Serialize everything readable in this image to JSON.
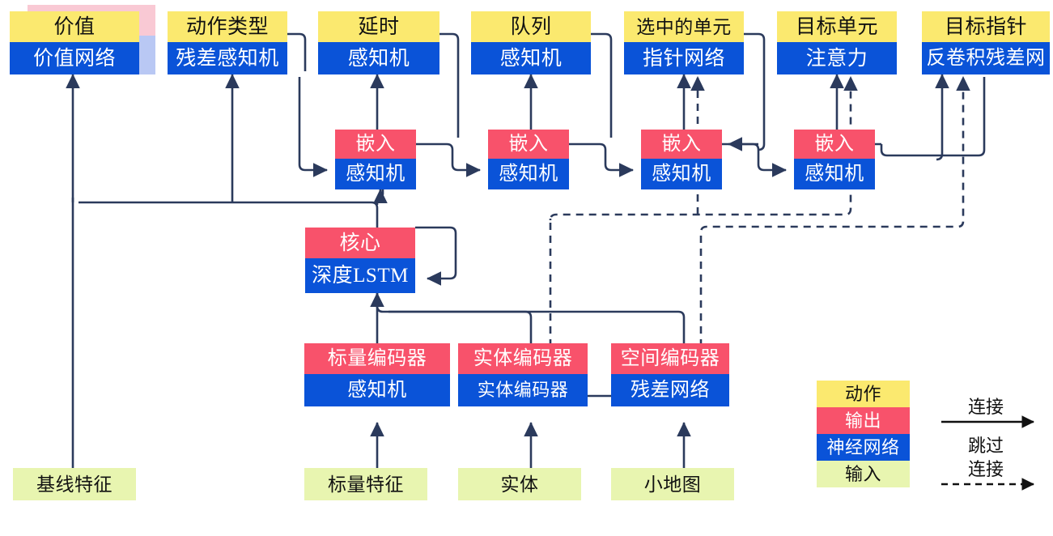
{
  "diagram": {
    "title": "AlphaStar-style agent architecture (Chinese labels)",
    "colors": {
      "action": "#fbe96f",
      "output": "#f8526b",
      "network": "#0a53d8",
      "input": "#e8f5b0",
      "wire": "#2b3a5c",
      "ghost_output": "#f9c9d4",
      "ghost_network": "#b9c8f4"
    },
    "outputs": [
      {
        "id": "value",
        "action": "价值",
        "network": "价值网络"
      },
      {
        "id": "action-type",
        "action": "动作类型",
        "network": "残差感知机"
      },
      {
        "id": "delay",
        "action": "延时",
        "network": "感知机"
      },
      {
        "id": "queue",
        "action": "队列",
        "network": "感知机"
      },
      {
        "id": "selected-units",
        "action": "选中的单元",
        "network": "指针网络"
      },
      {
        "id": "target-unit",
        "action": "目标单元",
        "network": "注意力"
      },
      {
        "id": "target-point",
        "action": "目标指针",
        "network": "反卷积残差网"
      }
    ],
    "embeddings": [
      {
        "id": "embed-1",
        "top": "嵌入",
        "bottom": "感知机"
      },
      {
        "id": "embed-2",
        "top": "嵌入",
        "bottom": "感知机"
      },
      {
        "id": "embed-3",
        "top": "嵌入",
        "bottom": "感知机"
      },
      {
        "id": "embed-4",
        "top": "嵌入",
        "bottom": "感知机"
      }
    ],
    "core": {
      "id": "core",
      "top": "核心",
      "bottom": "深度LSTM"
    },
    "encoders": [
      {
        "id": "scalar-encoder",
        "top": "标量编码器",
        "bottom": "感知机"
      },
      {
        "id": "entity-encoder",
        "top": "实体编码器",
        "bottom": "实体编码器"
      },
      {
        "id": "spatial-encoder",
        "top": "空间编码器",
        "bottom": "残差网络"
      }
    ],
    "inputs": [
      {
        "id": "baseline-features",
        "label": "基线特征"
      },
      {
        "id": "scalar-features",
        "label": "标量特征"
      },
      {
        "id": "entities",
        "label": "实体"
      },
      {
        "id": "minimap",
        "label": "小地图"
      }
    ],
    "legend": {
      "swatches": [
        {
          "id": "legend-action",
          "label": "动作",
          "kind": "action"
        },
        {
          "id": "legend-output",
          "label": "输出",
          "kind": "output"
        },
        {
          "id": "legend-network",
          "label": "神经网络",
          "kind": "net"
        },
        {
          "id": "legend-input",
          "label": "输入",
          "kind": "input"
        }
      ],
      "edges": [
        {
          "id": "legend-connection",
          "label": "连接",
          "style": "solid"
        },
        {
          "id": "legend-skip-line1",
          "label": "跳过",
          "style": "dashed"
        },
        {
          "id": "legend-skip-line2",
          "label": "连接",
          "style": "dashed"
        }
      ]
    }
  }
}
